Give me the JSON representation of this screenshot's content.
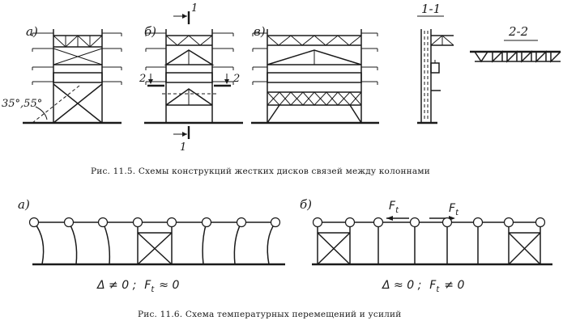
{
  "figure_11_5": {
    "panel_a_label": "а)",
    "panel_b_label": "б)",
    "panel_v_label": "в)",
    "angle_label": "35°,55°",
    "section_mark_1": "1",
    "section_mark_2": "2",
    "section_1_title": "1-1",
    "section_2_title": "2-2",
    "caption": "Рис. 11.5. Схемы конструкций жестких дисков связей между колоннами"
  },
  "figure_11_6": {
    "panel_a_label": "а)",
    "panel_b_label": "б)",
    "force_label": "F",
    "force_subscript": "t",
    "formula_a_delta": "Δ ≠ 0  ;",
    "formula_a_force": "≈ 0",
    "formula_b_delta": "Δ ≈ 0  ;",
    "formula_b_force": "≠ 0",
    "caption": "Рис. 11.6. Схема температурных перемещений и усилий"
  }
}
